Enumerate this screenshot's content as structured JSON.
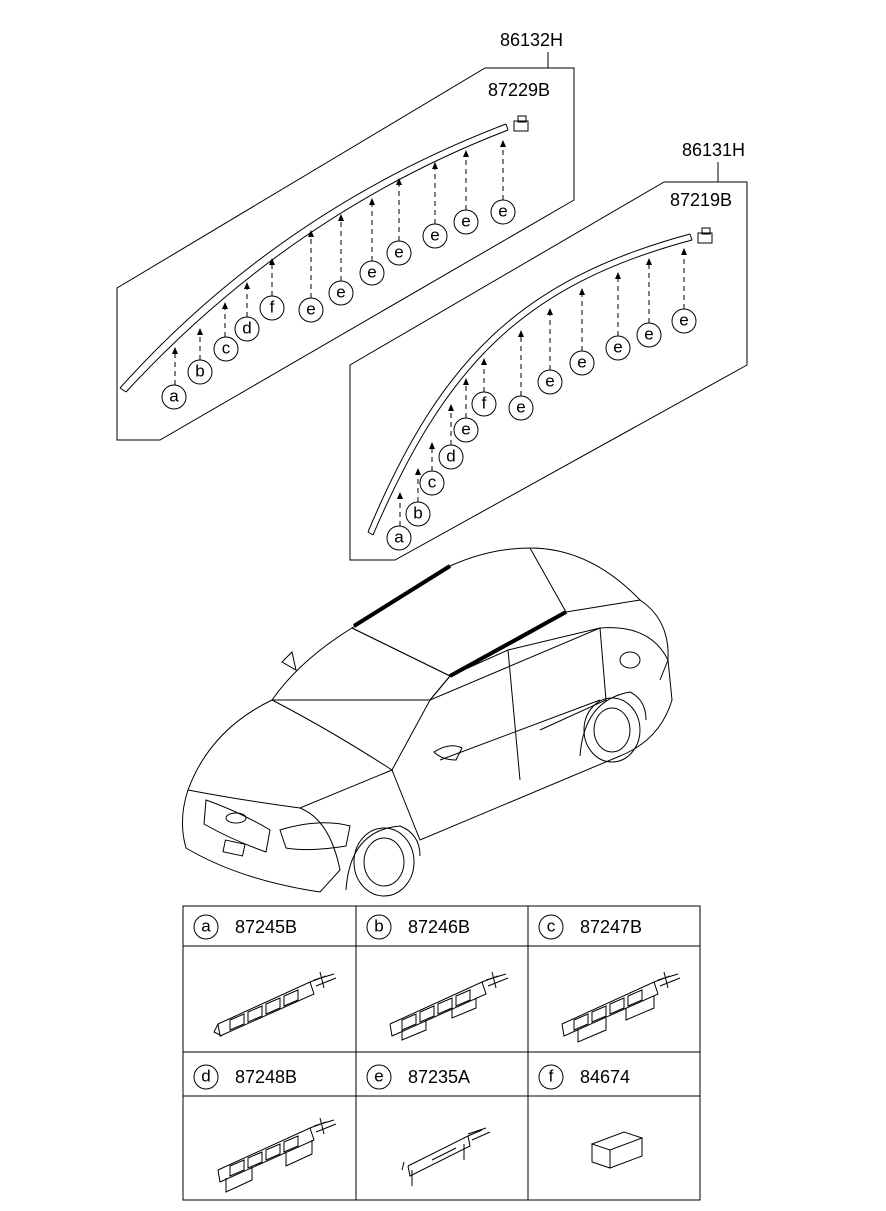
{
  "assemblies": [
    {
      "part_no": "86132H",
      "clip_part_no": "87229B",
      "callouts": [
        "a",
        "b",
        "c",
        "d",
        "f",
        "e",
        "e",
        "e",
        "e",
        "e",
        "e",
        "e"
      ]
    },
    {
      "part_no": "86131H",
      "clip_part_no": "87219B",
      "callouts": [
        "a",
        "b",
        "c",
        "d",
        "e",
        "f",
        "e",
        "e",
        "e",
        "e",
        "e",
        "e"
      ]
    }
  ],
  "legend": [
    {
      "letter": "a",
      "part_no": "87245B"
    },
    {
      "letter": "b",
      "part_no": "87246B"
    },
    {
      "letter": "c",
      "part_no": "87247B"
    },
    {
      "letter": "d",
      "part_no": "87248B"
    },
    {
      "letter": "e",
      "part_no": "87235A"
    },
    {
      "letter": "f",
      "part_no": "84674"
    }
  ]
}
